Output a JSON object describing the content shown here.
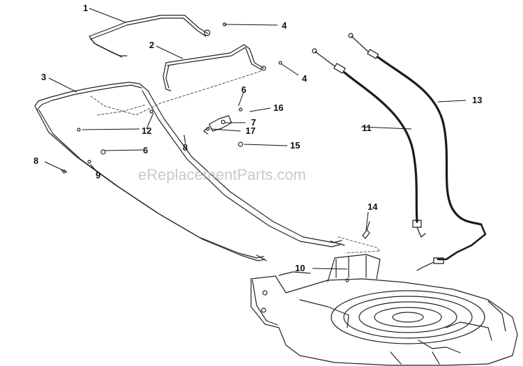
{
  "watermark": "eReplacementParts.com",
  "colors": {
    "line": "#222222",
    "cable": "#1a1a1a",
    "watermark": "#bdbdbd"
  },
  "callouts": {
    "c1": "1",
    "c2": "2",
    "c3": "3",
    "c4a": "4",
    "c4b": "4",
    "c6a": "6",
    "c6b": "6",
    "c7": "7",
    "c8a": "8",
    "c8b": "8",
    "c9": "9",
    "c10": "10",
    "c11": "11",
    "c12": "12",
    "c13": "13",
    "c14": "14",
    "c15": "15",
    "c16": "16",
    "c17": "17"
  }
}
